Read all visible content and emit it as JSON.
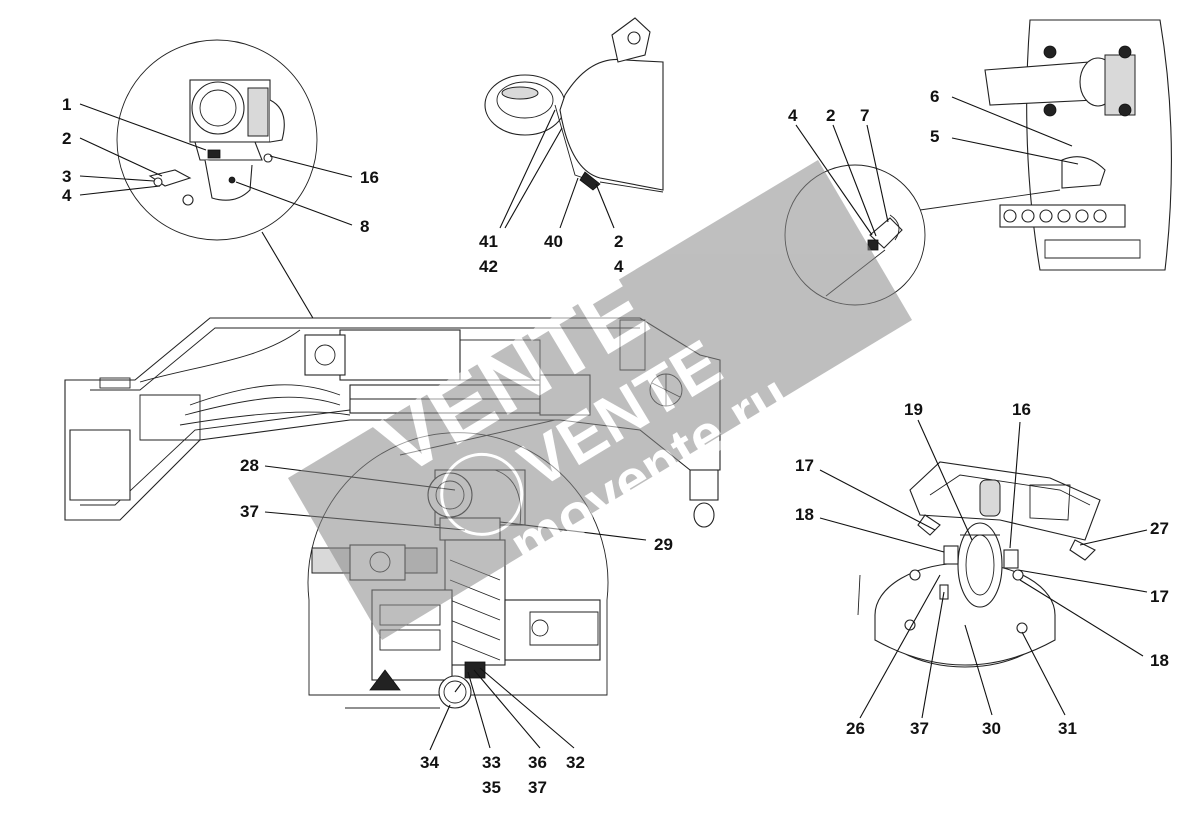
{
  "callouts": {
    "top_left": [
      "1",
      "2",
      "3",
      "4",
      "16",
      "8"
    ],
    "top_center": [
      "41",
      "42",
      "40",
      "2",
      "4"
    ],
    "top_right": [
      "4",
      "2",
      "7",
      "6",
      "5"
    ],
    "center_circle": [
      "28",
      "37",
      "29",
      "34",
      "33",
      "35",
      "36",
      "37",
      "32"
    ],
    "right_detail": [
      "19",
      "16",
      "17",
      "18",
      "27",
      "17",
      "18",
      "26",
      "37",
      "30",
      "31"
    ]
  },
  "watermark": {
    "brand": "VENTE",
    "brand_secondary": "VENTE",
    "url": "movente.ru"
  },
  "colors": {
    "line": "#111111",
    "watermark_band": "#8a8a8a",
    "background": "#ffffff"
  }
}
